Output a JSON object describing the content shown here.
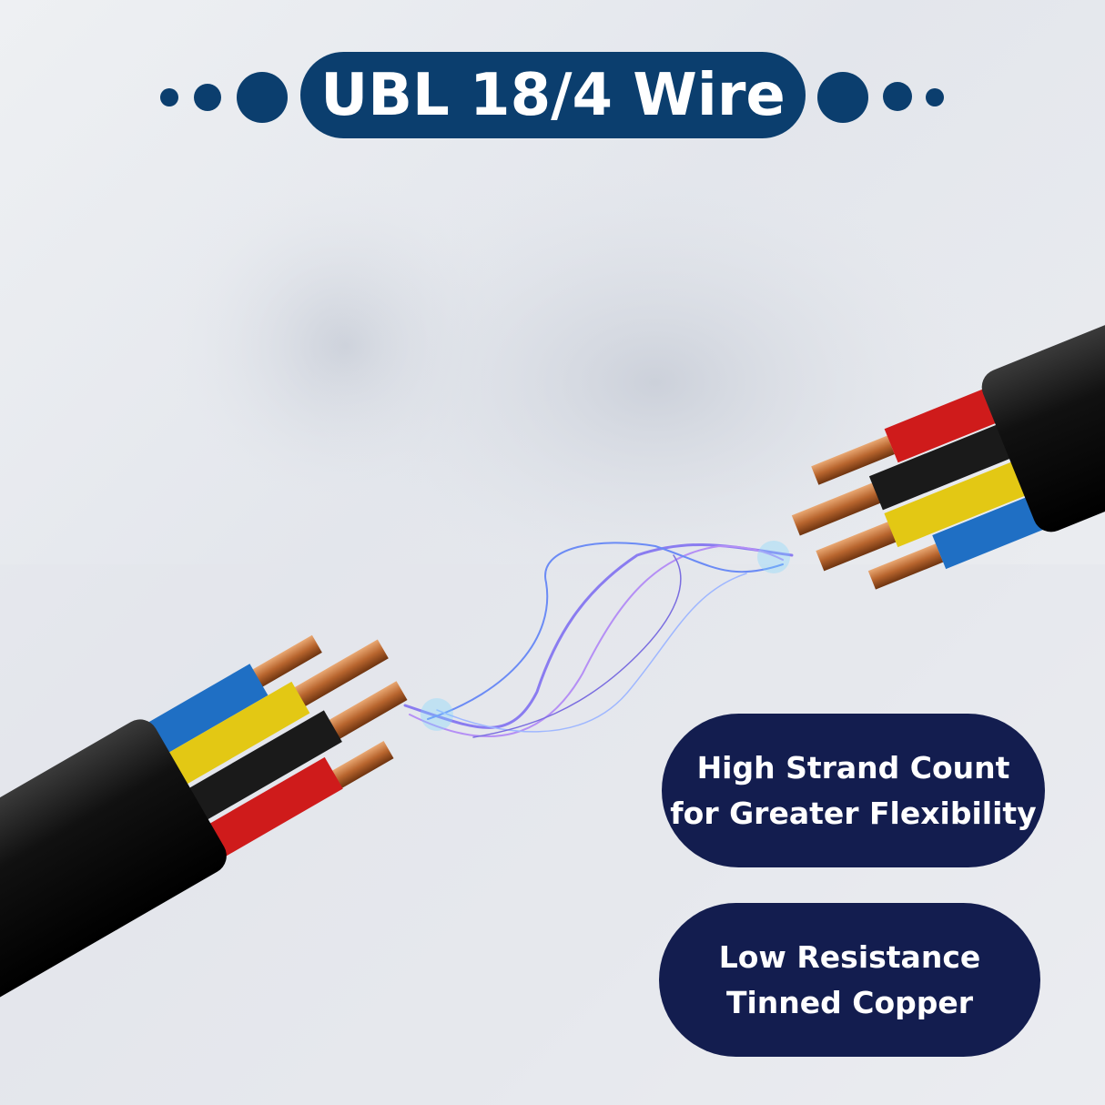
{
  "title": "UBL 18/4 Wire",
  "features": [
    {
      "line1": "High Strand Count",
      "line2": "for Greater Flexibility"
    },
    {
      "line1": "Low Resistance",
      "line2": "Tinned Copper"
    }
  ],
  "colors": {
    "title_bg": "#0b3e6e",
    "feature_bg": "#131d4f",
    "jacket": "#111111",
    "blue": "#1f6fc4",
    "yellow": "#e3c814",
    "black_wire": "#1a1a1a",
    "red": "#cf1b1b",
    "copper": "#b8652e"
  }
}
